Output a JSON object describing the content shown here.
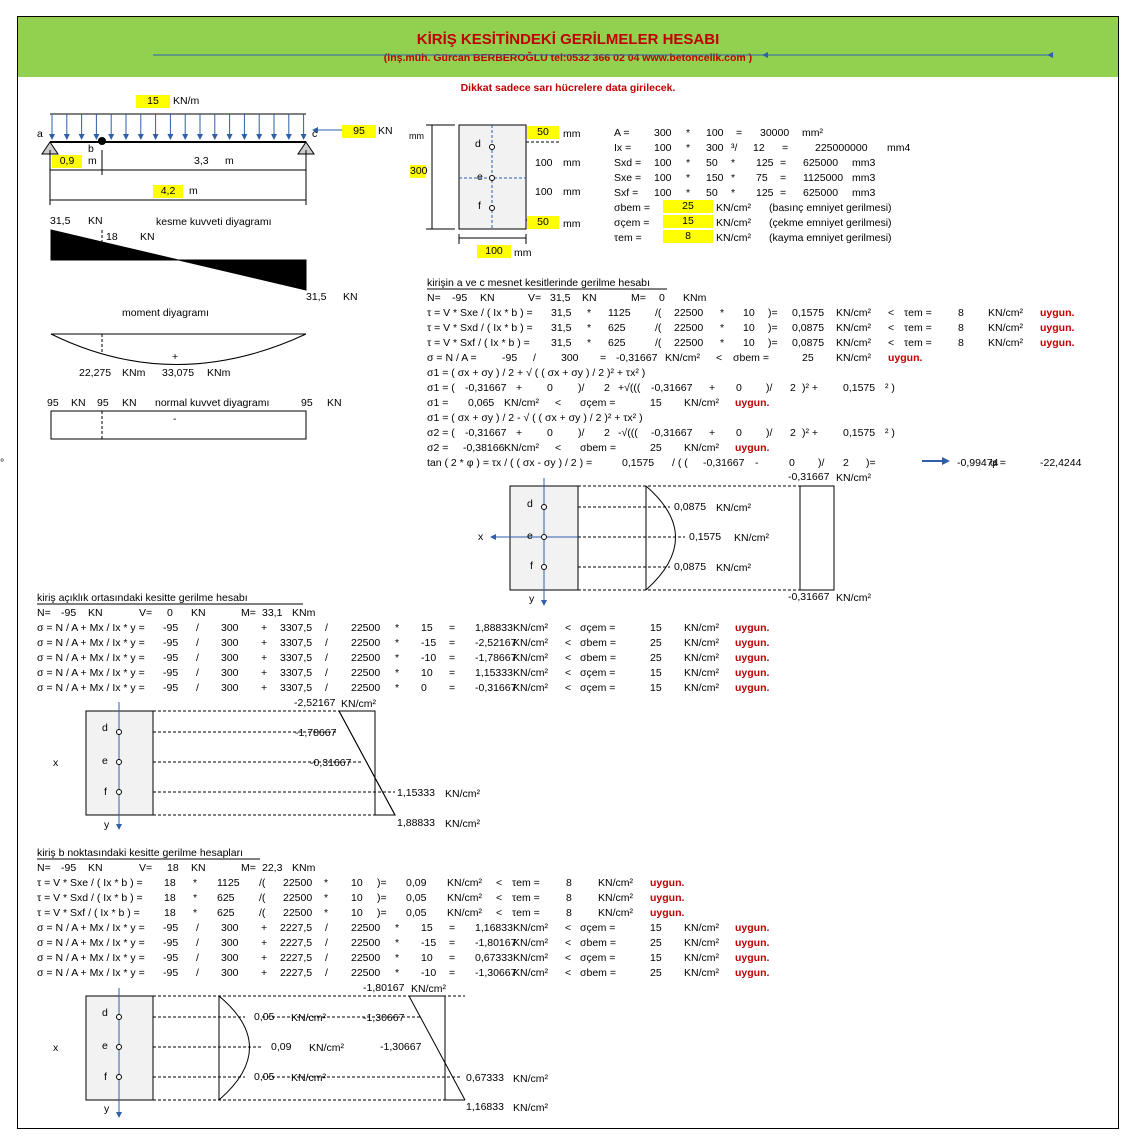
{
  "header": {
    "title": "KİRİŞ KESİTİNDEKİ GERİLMELER HESABI",
    "subtitle": "(inş.müh. Gürcan BERBEROĞLU tel:0532 366 02 04   www.betoncelik.com )",
    "note": "Dikkat sadece sarı hücrelere data girilecek."
  },
  "beam": {
    "q": "15",
    "q_unit": "KN/m",
    "P": "95",
    "P_unit": "KN",
    "a": "0,9",
    "a_unit": "m",
    "bc": "3,3",
    "bc_unit": "m",
    "L": "4,2",
    "L_unit": "m",
    "pt_a": "a",
    "pt_b": "b",
    "pt_c": "c"
  },
  "shear": {
    "title": "kesme kuvveti diyagramı",
    "v1": "31,5",
    "v1u": "KN",
    "v2": "18",
    "v2u": "KN",
    "v3": "31,5",
    "v3u": "KN",
    "plus": "+",
    "minus": "-"
  },
  "moment": {
    "title": "moment diyagramı",
    "m1": "22,275",
    "m1u": "KNm",
    "m2": "33,075",
    "m2u": "KNm",
    "plus": "+"
  },
  "normal": {
    "title": "normal kuvvet diyagramı",
    "n1": "95",
    "n1u": "KN",
    "n2": "95",
    "n2u": "KN",
    "n3": "95",
    "n3u": "KN",
    "minus": "-"
  },
  "section": {
    "h": "300",
    "w": "100",
    "t1": "50",
    "t2": "50",
    "m1": "100",
    "m2": "100",
    "unit": "mm",
    "pt_d": "d",
    "pt_e": "e",
    "pt_f": "f"
  },
  "props": [
    [
      "A =",
      "300",
      "*",
      "100",
      "=",
      "30000",
      "mm²"
    ],
    [
      "Ix =",
      "100",
      "*",
      "300",
      "³/",
      "12",
      "=",
      "225000000",
      "mm4"
    ],
    [
      "Sxd =",
      "100",
      "*",
      "50",
      "*",
      "125",
      "=",
      "625000",
      "mm3"
    ],
    [
      "Sxe =",
      "100",
      "*",
      "150",
      "*",
      "75",
      "=",
      "1125000",
      "mm3"
    ],
    [
      "Sxf =",
      "100",
      "*",
      "50",
      "*",
      "125",
      "=",
      "625000",
      "mm3"
    ]
  ],
  "allow": [
    {
      "k": "σbem =",
      "v": "25",
      "u": "KN/cm²",
      "d": "(basınç emniyet gerilmesi)"
    },
    {
      "k": "σçem =",
      "v": "15",
      "u": "KN/cm²",
      "d": "(çekme emniyet gerilmesi)"
    },
    {
      "k": "τem =",
      "v": "8",
      "u": "KN/cm²",
      "d": "(kayma emniyet gerilmesi)"
    }
  ],
  "s1": {
    "title": "kirişin a ve c mesnet kesitlerinde gerilme hesabı",
    "nvm": [
      "N=",
      "-95",
      "KN",
      "V=",
      "31,5",
      "KN",
      "M=",
      "0",
      "KNm"
    ],
    "rows": [
      [
        "τ = V * Sxe / ( Ix * b ) =",
        "31,5",
        "*",
        "1125",
        "/(",
        "22500",
        "*",
        "10",
        ")=",
        "0,1575",
        "KN/cm²",
        "<",
        "τem =",
        "8",
        "KN/cm²",
        "uygun."
      ],
      [
        "τ = V * Sxd / ( Ix * b ) =",
        "31,5",
        "*",
        "625",
        "/(",
        "22500",
        "*",
        "10",
        ")=",
        "0,0875",
        "KN/cm²",
        "<",
        "τem =",
        "8",
        "KN/cm²",
        "uygun."
      ],
      [
        "τ = V * Sxf / ( Ix * b ) =",
        "31,5",
        "*",
        "625",
        "/(",
        "22500",
        "*",
        "10",
        ")=",
        "0,0875",
        "KN/cm²",
        "<",
        "τem =",
        "8",
        "KN/cm²",
        "uygun."
      ]
    ],
    "sig": [
      "σ = N / A =",
      "-95",
      "/",
      "300",
      "=",
      "-0,31667",
      "KN/cm²",
      "<",
      "σbem =",
      "25",
      "KN/cm²",
      "uygun."
    ],
    "f1": "σ1 = ( σx + σy ) / 2 + √ ( ( σx + σy ) / 2 )² + τx² )",
    "f1v": [
      "σ1 = (",
      "-0,31667",
      "+",
      "0",
      ")/",
      "2",
      "+√(((",
      "-0,31667",
      "+",
      "0",
      ")/",
      "2",
      ")² +",
      "0,1575",
      "² )"
    ],
    "r1": [
      "σ1 =",
      "0,065",
      "KN/cm²",
      "<",
      "σçem =",
      "15",
      "KN/cm²",
      "uygun."
    ],
    "f2": "σ1 = ( σx + σy ) / 2 - √ ( ( σx + σy ) / 2 )² + τx² )",
    "f2v": [
      "σ2 = (",
      "-0,31667",
      "+",
      "0",
      ")/",
      "2",
      "-√(((",
      "-0,31667",
      "+",
      "0",
      ")/",
      "2",
      ")² +",
      "0,1575",
      "² )"
    ],
    "r2": [
      "σ2 =",
      "-0,38166",
      "KN/cm²",
      "<",
      "σbem =",
      "25",
      "KN/cm²",
      "uygun."
    ],
    "tan": [
      "tan ( 2 * φ ) = τx / ( ( σx - σy ) / 2 ) =",
      "0,1575",
      "/ ( (",
      "-0,31667",
      "-",
      "0",
      ")/",
      "2",
      ")=",
      "-0,99474",
      "φ =",
      "-22,4244",
      "°"
    ],
    "dg": {
      "top": "-0,31667",
      "bot": "-0,31667",
      "d": "0,0875",
      "e": "0,1575",
      "f": "0,0875",
      "u": "KN/cm²",
      "x": "x",
      "y": "y"
    }
  },
  "s2": {
    "title": "kiriş açıklık ortasındaki kesitte gerilme hesabı",
    "nvm": [
      "N=",
      "-95",
      "KN",
      "V=",
      "0",
      "KN",
      "M=",
      "33,1",
      "KNm"
    ],
    "rows": [
      [
        "σ = N / A + Mx / Ix * y =",
        "-95",
        "/",
        "300",
        "+",
        "3307,5",
        "/",
        "22500",
        "*",
        "15",
        "=",
        "1,88833",
        "KN/cm²",
        "<",
        "σçem =",
        "15",
        "KN/cm²",
        "uygun."
      ],
      [
        "σ = N / A + Mx / Ix * y =",
        "-95",
        "/",
        "300",
        "+",
        "3307,5",
        "/",
        "22500",
        "*",
        "-15",
        "=",
        "-2,52167",
        "KN/cm²",
        "<",
        "σbem =",
        "25",
        "KN/cm²",
        "uygun."
      ],
      [
        "σ = N / A + Mx / Ix * y =",
        "-95",
        "/",
        "300",
        "+",
        "3307,5",
        "/",
        "22500",
        "*",
        "-10",
        "=",
        "-1,78667",
        "KN/cm²",
        "<",
        "σbem =",
        "25",
        "KN/cm²",
        "uygun."
      ],
      [
        "σ = N / A + Mx / Ix * y =",
        "-95",
        "/",
        "300",
        "+",
        "3307,5",
        "/",
        "22500",
        "*",
        "10",
        "=",
        "1,15333",
        "KN/cm²",
        "<",
        "σçem =",
        "15",
        "KN/cm²",
        "uygun."
      ],
      [
        "σ = N / A + Mx / Ix * y =",
        "-95",
        "/",
        "300",
        "+",
        "3307,5",
        "/",
        "22500",
        "*",
        "0",
        "=",
        "-0,31667",
        "KN/cm²",
        "<",
        "σçem =",
        "15",
        "KN/cm²",
        "uygun."
      ]
    ],
    "dg": {
      "top": "-2,52167",
      "d": "-1,78667",
      "e": "-0,31667",
      "f": "1,15333",
      "bot": "1,88833",
      "u": "KN/cm²",
      "x": "x",
      "y": "y"
    }
  },
  "s3": {
    "title": "kiriş b noktasındaki kesitte gerilme hesapları",
    "nvm": [
      "N=",
      "-95",
      "KN",
      "V=",
      "18",
      "KN",
      "M=",
      "22,3",
      "KNm"
    ],
    "trows": [
      [
        "τ = V * Sxe / ( Ix * b ) =",
        "18",
        "*",
        "1125",
        "/(",
        "22500",
        "*",
        "10",
        ")=",
        "0,09",
        "KN/cm²",
        "<",
        "τem =",
        "8",
        "KN/cm²",
        "uygun."
      ],
      [
        "τ = V * Sxd / ( Ix * b ) =",
        "18",
        "*",
        "625",
        "/(",
        "22500",
        "*",
        "10",
        ")=",
        "0,05",
        "KN/cm²",
        "<",
        "τem =",
        "8",
        "KN/cm²",
        "uygun."
      ],
      [
        "τ = V * Sxf / ( Ix * b ) =",
        "18",
        "*",
        "625",
        "/(",
        "22500",
        "*",
        "10",
        ")=",
        "0,05",
        "KN/cm²",
        "<",
        "τem =",
        "8",
        "KN/cm²",
        "uygun."
      ]
    ],
    "rows": [
      [
        "σ = N / A + Mx / Ix * y =",
        "-95",
        "/",
        "300",
        "+",
        "2227,5",
        "/",
        "22500",
        "*",
        "15",
        "=",
        "1,16833",
        "KN/cm²",
        "<",
        "σçem =",
        "15",
        "KN/cm²",
        "uygun."
      ],
      [
        "σ = N / A + Mx / Ix * y =",
        "-95",
        "/",
        "300",
        "+",
        "2227,5",
        "/",
        "22500",
        "*",
        "-15",
        "=",
        "-1,80167",
        "KN/cm²",
        "<",
        "σbem =",
        "25",
        "KN/cm²",
        "uygun."
      ],
      [
        "σ = N / A + Mx / Ix * y =",
        "-95",
        "/",
        "300",
        "+",
        "2227,5",
        "/",
        "22500",
        "*",
        "10",
        "=",
        "0,67333",
        "KN/cm²",
        "<",
        "σçem =",
        "15",
        "KN/cm²",
        "uygun."
      ],
      [
        "σ = N / A + Mx / Ix * y =",
        "-95",
        "/",
        "300",
        "+",
        "2227,5",
        "/",
        "22500",
        "*",
        "-10",
        "=",
        "-1,30667",
        "KN/cm²",
        "<",
        "σbem =",
        "25",
        "KN/cm²",
        "uygun."
      ]
    ],
    "dg": {
      "t_d": "0,05",
      "t_e": "0,09",
      "t_f": "0,05",
      "top": "-1,80167",
      "d": "-1,30667",
      "e": "-1,30667",
      "f": "0,67333",
      "bot": "1,16833",
      "u": "KN/cm²",
      "x": "x",
      "y": "y"
    }
  }
}
